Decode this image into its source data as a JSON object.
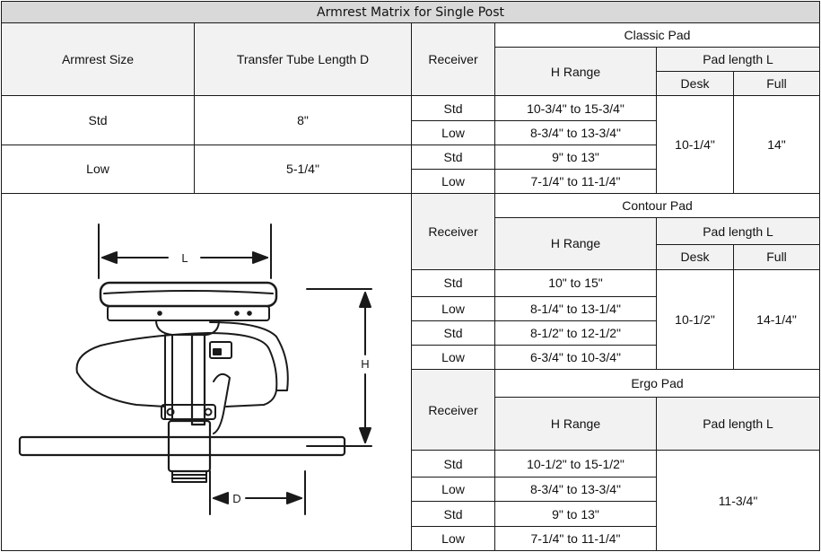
{
  "title": "Armrest Matrix for Single Post",
  "headers": {
    "armrest_size": "Armrest Size",
    "transfer_tube": "Transfer Tube Length D",
    "receiver": "Receiver",
    "h_range": "H Range",
    "pad_length": "Pad length L",
    "desk": "Desk",
    "full": "Full"
  },
  "classic": {
    "name": "Classic Pad",
    "sizes": [
      {
        "size": "Std",
        "tube": "8\""
      },
      {
        "size": "Low",
        "tube": "5-1/4\""
      }
    ],
    "rows": [
      {
        "receiver": "Std",
        "h_range": "10-3/4\" to 15-3/4\""
      },
      {
        "receiver": "Low",
        "h_range": "8-3/4\" to 13-3/4\""
      },
      {
        "receiver": "Std",
        "h_range": "9\" to 13\""
      },
      {
        "receiver": "Low",
        "h_range": "7-1/4\" to 11-1/4\""
      }
    ],
    "desk": "10-1/4\"",
    "full": "14\""
  },
  "contour": {
    "name": "Contour Pad",
    "rows": [
      {
        "receiver": "Std",
        "h_range": "10\" to 15\""
      },
      {
        "receiver": "Low",
        "h_range": "8-1/4\" to 13-1/4\""
      },
      {
        "receiver": "Std",
        "h_range": "8-1/2\" to 12-1/2\""
      },
      {
        "receiver": "Low",
        "h_range": "6-3/4\" to 10-3/4\""
      }
    ],
    "desk": "10-1/2\"",
    "full": "14-1/4\""
  },
  "ergo": {
    "name": "Ergo Pad",
    "rows": [
      {
        "receiver": "Std",
        "h_range": "10-1/2\" to 15-1/2\""
      },
      {
        "receiver": "Low",
        "h_range": "8-3/4\" to 13-3/4\""
      },
      {
        "receiver": "Std",
        "h_range": "9\" to 13\""
      },
      {
        "receiver": "Low",
        "h_range": "7-1/4\" to 11-1/4\""
      }
    ],
    "pad_length": "11-3/4\""
  },
  "diagram": {
    "label_l": "L",
    "label_h": "H",
    "label_d": "D"
  }
}
